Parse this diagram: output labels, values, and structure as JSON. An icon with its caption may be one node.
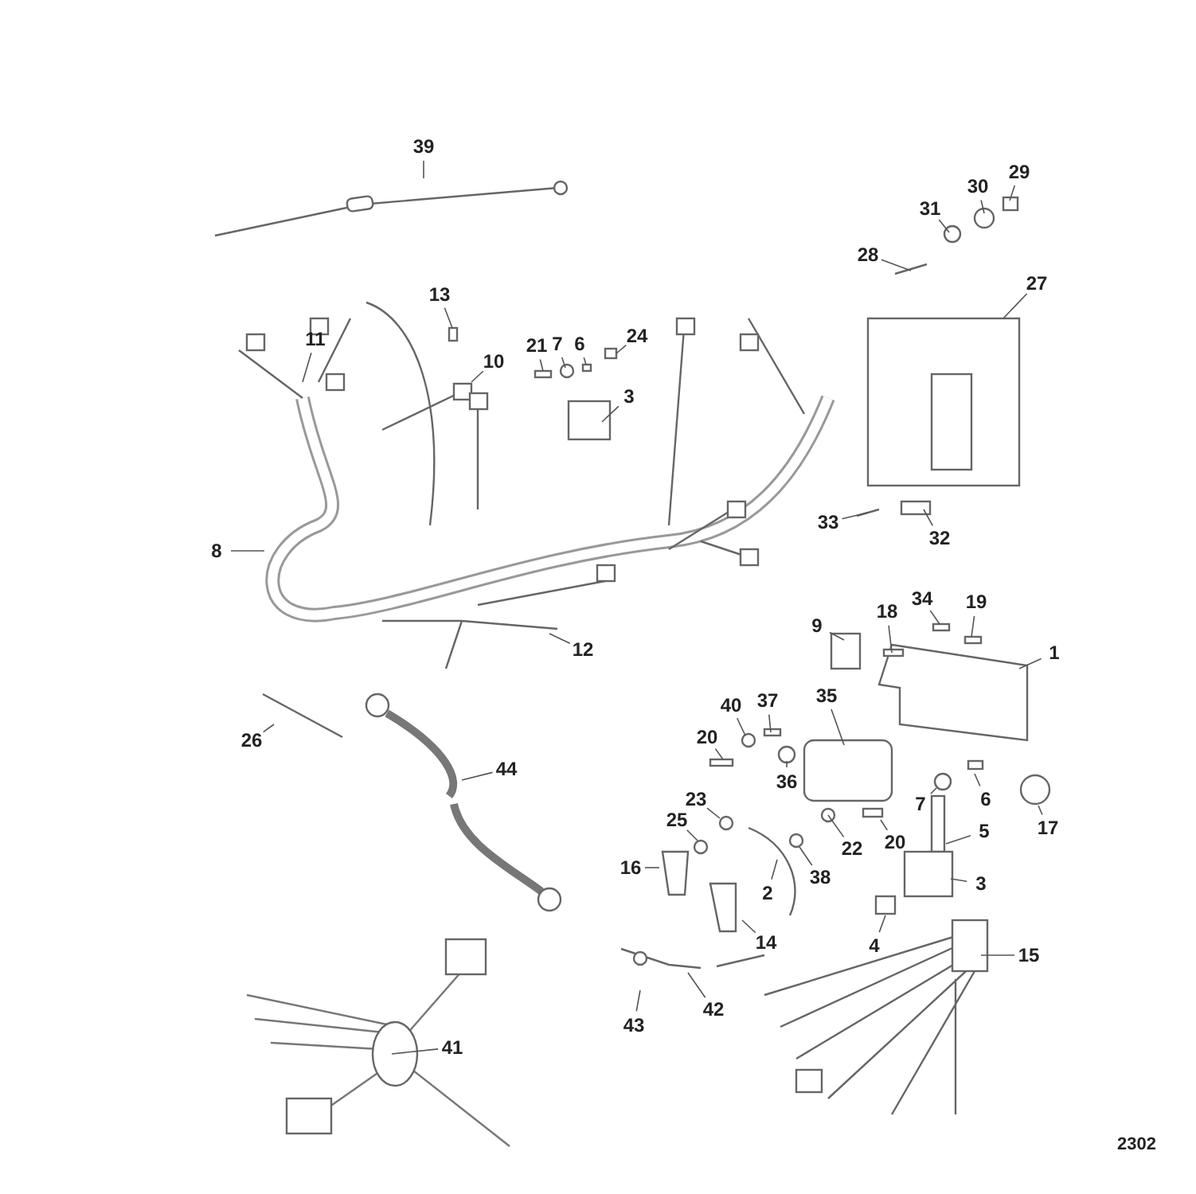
{
  "diagram": {
    "nodes": [
      {
        "text": [
          "39"
        ]
      },
      {
        "text": [
          "29"
        ]
      },
      {
        "text": [
          "30"
        ]
      },
      {
        "text": [
          "31"
        ]
      },
      {
        "text": [
          "28"
        ]
      },
      {
        "text": [
          "13"
        ]
      },
      {
        "text": [
          "27"
        ]
      },
      {
        "text": [
          "11"
        ]
      },
      {
        "text": [
          "21"
        ]
      },
      {
        "text": [
          "7"
        ]
      },
      {
        "text": [
          "6"
        ]
      },
      {
        "text": [
          "24"
        ]
      },
      {
        "text": [
          "10"
        ]
      },
      {
        "text": [
          "3"
        ]
      },
      {
        "text": [
          "33"
        ]
      },
      {
        "text": [
          "32"
        ]
      },
      {
        "text": [
          "8"
        ]
      },
      {
        "text": [
          "34"
        ]
      },
      {
        "text": [
          "19"
        ]
      },
      {
        "text": [
          "9"
        ]
      },
      {
        "text": [
          "18"
        ]
      },
      {
        "text": [
          "12"
        ]
      },
      {
        "text": [
          "1"
        ]
      },
      {
        "text": [
          "35"
        ]
      },
      {
        "text": [
          "40"
        ]
      },
      {
        "text": [
          "37"
        ]
      },
      {
        "text": [
          "26"
        ]
      },
      {
        "text": [
          "20"
        ]
      },
      {
        "text": [
          "44"
        ]
      },
      {
        "text": [
          "36"
        ]
      },
      {
        "text": [
          "6"
        ]
      },
      {
        "text": [
          "7"
        ]
      },
      {
        "text": [
          "23"
        ]
      },
      {
        "text": [
          "25"
        ]
      },
      {
        "text": [
          "5"
        ]
      },
      {
        "text": [
          "17"
        ]
      },
      {
        "text": [
          "20"
        ]
      },
      {
        "text": [
          "22"
        ]
      },
      {
        "text": [
          "3"
        ]
      },
      {
        "text": [
          "16"
        ]
      },
      {
        "text": [
          "38"
        ]
      },
      {
        "text": [
          "2"
        ]
      },
      {
        "text": [
          "4"
        ]
      },
      {
        "text": [
          "15"
        ]
      },
      {
        "text": [
          "14"
        ]
      },
      {
        "text": [
          "42"
        ]
      },
      {
        "text": [
          "43"
        ]
      },
      {
        "text": [
          "41"
        ]
      }
    ],
    "edges": [
      {
        "from": 0,
        "to": null,
        "arrow": "none"
      },
      {
        "from": 1,
        "to": null,
        "arrow": "none"
      },
      {
        "from": 2,
        "to": null,
        "arrow": "none"
      },
      {
        "from": 3,
        "to": null,
        "arrow": "none"
      },
      {
        "from": 4,
        "to": null,
        "arrow": "none"
      },
      {
        "from": 5,
        "to": null,
        "arrow": "none"
      },
      {
        "from": 6,
        "to": null,
        "arrow": "none"
      },
      {
        "from": 7,
        "to": null,
        "arrow": "none"
      },
      {
        "from": 8,
        "to": null,
        "arrow": "none"
      },
      {
        "from": 9,
        "to": null,
        "arrow": "none"
      },
      {
        "from": 10,
        "to": null,
        "arrow": "none"
      },
      {
        "from": 11,
        "to": null,
        "arrow": "none"
      },
      {
        "from": 12,
        "to": null,
        "arrow": "none"
      },
      {
        "from": 13,
        "to": null,
        "arrow": "none"
      },
      {
        "from": 14,
        "to": null,
        "arrow": "none"
      },
      {
        "from": 15,
        "to": null,
        "arrow": "none"
      },
      {
        "from": 16,
        "to": null,
        "arrow": "none"
      },
      {
        "from": 17,
        "to": null,
        "arrow": "none"
      },
      {
        "from": 18,
        "to": null,
        "arrow": "none"
      },
      {
        "from": 19,
        "to": null,
        "arrow": "none"
      },
      {
        "from": 20,
        "to": null,
        "arrow": "none"
      },
      {
        "from": 21,
        "to": null,
        "arrow": "none"
      },
      {
        "from": 22,
        "to": null,
        "arrow": "none"
      },
      {
        "from": 23,
        "to": null,
        "arrow": "none"
      },
      {
        "from": 24,
        "to": null,
        "arrow": "none"
      },
      {
        "from": 25,
        "to": null,
        "arrow": "none"
      },
      {
        "from": 26,
        "to": null,
        "arrow": "none"
      },
      {
        "from": 27,
        "to": null,
        "arrow": "none"
      },
      {
        "from": 28,
        "to": null,
        "arrow": "none"
      },
      {
        "from": 29,
        "to": null,
        "arrow": "none"
      },
      {
        "from": 30,
        "to": null,
        "arrow": "none"
      },
      {
        "from": 31,
        "to": null,
        "arrow": "none"
      },
      {
        "from": 32,
        "to": null,
        "arrow": "none"
      },
      {
        "from": 33,
        "to": null,
        "arrow": "none"
      },
      {
        "from": 34,
        "to": null,
        "arrow": "none"
      },
      {
        "from": 35,
        "to": null,
        "arrow": "none"
      },
      {
        "from": 36,
        "to": null,
        "arrow": "none"
      },
      {
        "from": 37,
        "to": null,
        "arrow": "none"
      },
      {
        "from": 38,
        "to": null,
        "arrow": "none"
      },
      {
        "from": 39,
        "to": null,
        "arrow": "none"
      },
      {
        "from": 40,
        "to": null,
        "arrow": "none"
      },
      {
        "from": 41,
        "to": null,
        "arrow": "none"
      },
      {
        "from": 42,
        "to": null,
        "arrow": "none"
      },
      {
        "from": 43,
        "to": null,
        "arrow": "none"
      },
      {
        "from": 44,
        "to": null,
        "arrow": "none"
      },
      {
        "from": 45,
        "to": null,
        "arrow": "none"
      },
      {
        "from": 46,
        "to": null,
        "arrow": "none"
      },
      {
        "from": 47,
        "to": null,
        "arrow": "none"
      }
    ],
    "labels": [
      "2302"
    ]
  }
}
